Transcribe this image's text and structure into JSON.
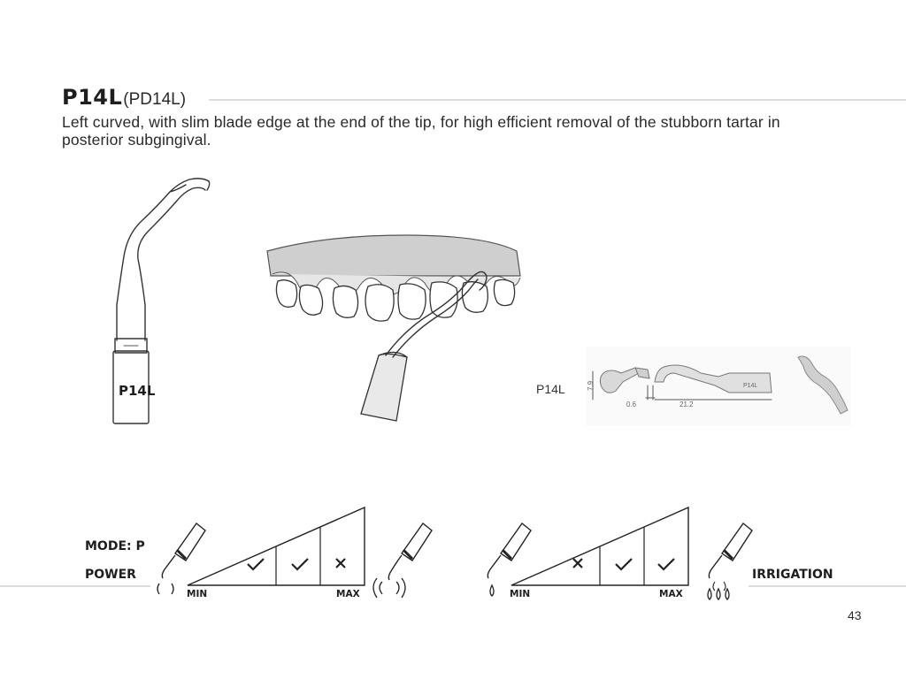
{
  "header": {
    "model": "P14L",
    "alt_model": "(PD14L)",
    "description": "Left curved, with slim blade edge at the end of the tip, for high efficient removal of the stubborn tartar in posterior subgingival."
  },
  "tip_marking": "P14L",
  "dimension_drawing": {
    "label": "P14L",
    "height": "7.9",
    "edge": "0.6",
    "length": "21.2",
    "body_marking": "P14L"
  },
  "settings": {
    "mode_label": "MODE: P",
    "power": {
      "label": "POWER",
      "min_label": "MIN",
      "max_label": "MAX",
      "levels": [
        "check",
        "check",
        "cross"
      ]
    },
    "irrigation": {
      "label": "IRRIGATION",
      "min_label": "MIN",
      "max_label": "MAX",
      "levels": [
        "cross",
        "check",
        "check"
      ]
    }
  },
  "page_number": "43"
}
